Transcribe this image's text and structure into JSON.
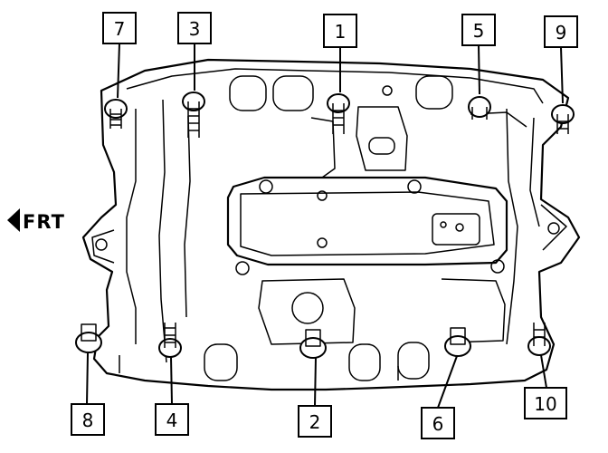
{
  "direction_label": "FRT",
  "callouts": {
    "c1": "1",
    "c2": "2",
    "c3": "3",
    "c4": "4",
    "c5": "5",
    "c6": "6",
    "c7": "7",
    "c8": "8",
    "c9": "9",
    "c10": "10"
  }
}
